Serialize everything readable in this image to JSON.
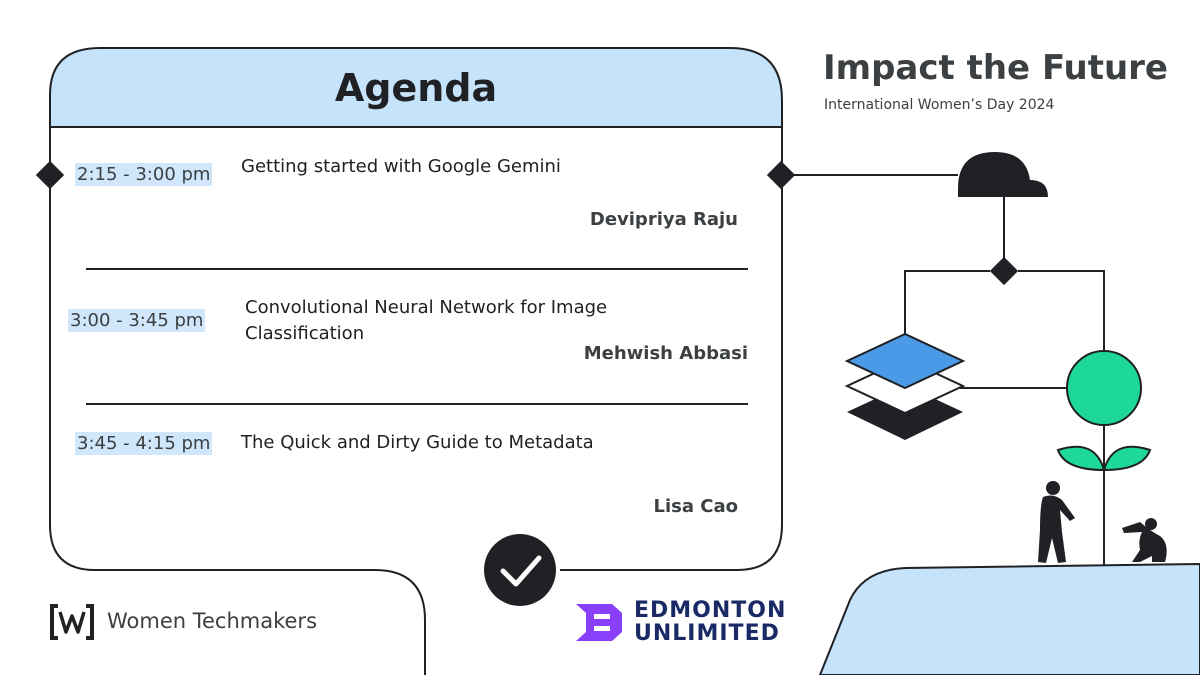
{
  "agenda": {
    "title": "Agenda"
  },
  "event": {
    "headline": "Impact the Future",
    "subheadline": "International Women’s Day 2024"
  },
  "sessions": [
    {
      "time": "2:15 - 3:00 pm",
      "title": "Getting started with Google Gemini",
      "speaker": "Devipriya Raju"
    },
    {
      "time": "3:00 - 3:45 pm",
      "title": "Convolutional Neural Network for Image Classification",
      "speaker": "Mehwish Abbasi"
    },
    {
      "time": "3:45 - 4:15 pm",
      "title": "The Quick and Dirty Guide to Metadata",
      "speaker": "Lisa Cao"
    }
  ],
  "logos": {
    "wtm": {
      "mark": "W",
      "label": "Women Techmakers"
    },
    "partner": {
      "line1": "EDMONTON",
      "line2": "UNLIMITED"
    }
  },
  "icons": [
    "checkmark-icon",
    "cloud-icon",
    "layers-icon",
    "plant-icon",
    "person-standing-icon",
    "person-crouching-icon"
  ],
  "colors": {
    "panel_blue": "#c5e3fa",
    "layer_blue": "#4a9ae8",
    "plant_green": "#1ed79a",
    "partner_purple": "#8a3ffc",
    "partner_navy": "#1a2a66",
    "dark": "#202124"
  }
}
